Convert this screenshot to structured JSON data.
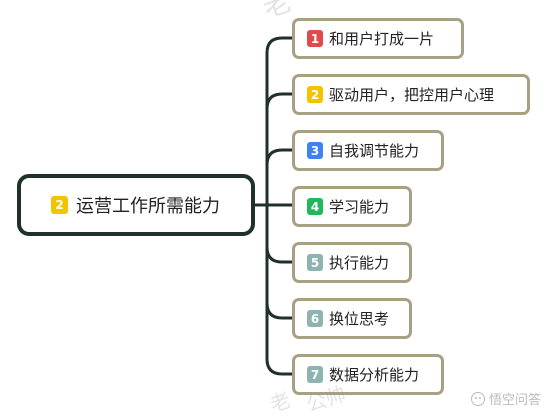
{
  "diagram": {
    "central": {
      "badge": "2",
      "badge_color": "#f4c300",
      "text": "运营工作所需能力"
    },
    "branches": [
      {
        "badge": "1",
        "badge_color": "#df4a4a",
        "text": "和用户打成一片"
      },
      {
        "badge": "2",
        "badge_color": "#f4c300",
        "text": "驱动用户，把控用户心理"
      },
      {
        "badge": "3",
        "badge_color": "#3f82f4",
        "text": "自我调节能力"
      },
      {
        "badge": "4",
        "badge_color": "#20b858",
        "text": "学习能力"
      },
      {
        "badge": "5",
        "badge_color": "#8eb3b1",
        "text": "执行能力"
      },
      {
        "badge": "6",
        "badge_color": "#8eb3b1",
        "text": "换位思考"
      },
      {
        "badge": "7",
        "badge_color": "#8eb3b1",
        "text": "数据分析能力"
      }
    ]
  },
  "watermarks": {
    "top": "老",
    "middle": "公帅",
    "bottom": "老",
    "brand": "悟空问答",
    "brand_icon": "wukong-icon"
  },
  "colors": {
    "connector": "#1f3128",
    "central_border": "#1f3128",
    "branch_border": "#a8a082"
  }
}
